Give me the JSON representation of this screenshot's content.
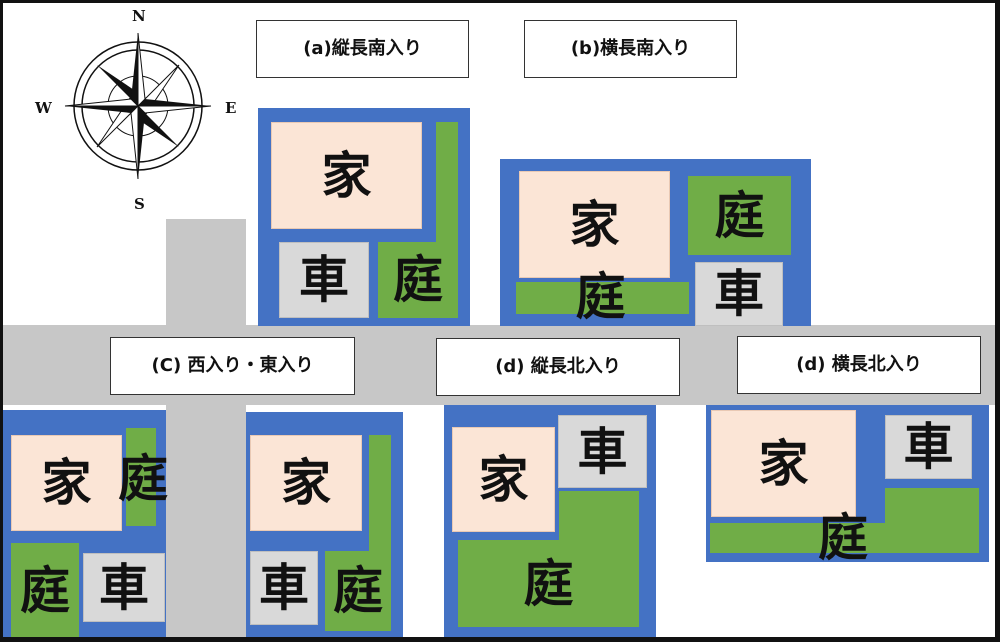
{
  "compass": {
    "north": "N",
    "south": "S",
    "east": "E",
    "west": "W"
  },
  "captions": {
    "a": "(a)縦長南入り",
    "b": "(b)横長南入り",
    "c": "(C) 西入り・東入り",
    "d1": "(d) 縦長北入り",
    "d2": "(d) 横長北入り"
  },
  "labels": {
    "house": "家",
    "garden": "庭",
    "car": "車"
  },
  "colors": {
    "lot": "#4472c4",
    "house": "#fbe5d6",
    "garden": "#70ad47",
    "parking": "#d9d9d9",
    "road": "#c7c7c7"
  }
}
